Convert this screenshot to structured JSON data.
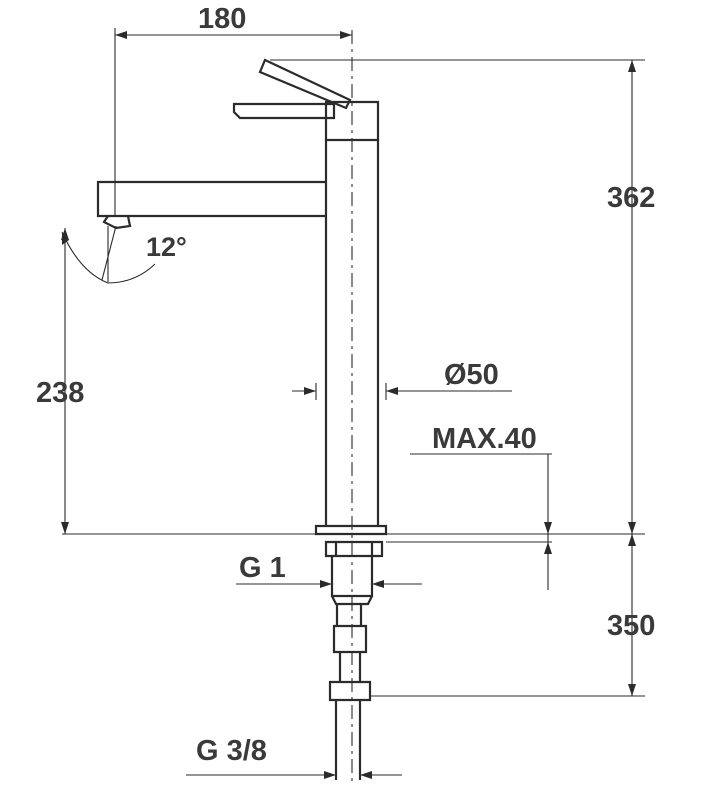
{
  "dimensions": {
    "width_spout": "180",
    "total_height": "362",
    "spout_height": "238",
    "angle": "12°",
    "body_diameter": "Ø50",
    "max_thickness": "MAX.40",
    "thread_main": "G 1",
    "hose_length": "350",
    "thread_hose": "G 3/8"
  }
}
